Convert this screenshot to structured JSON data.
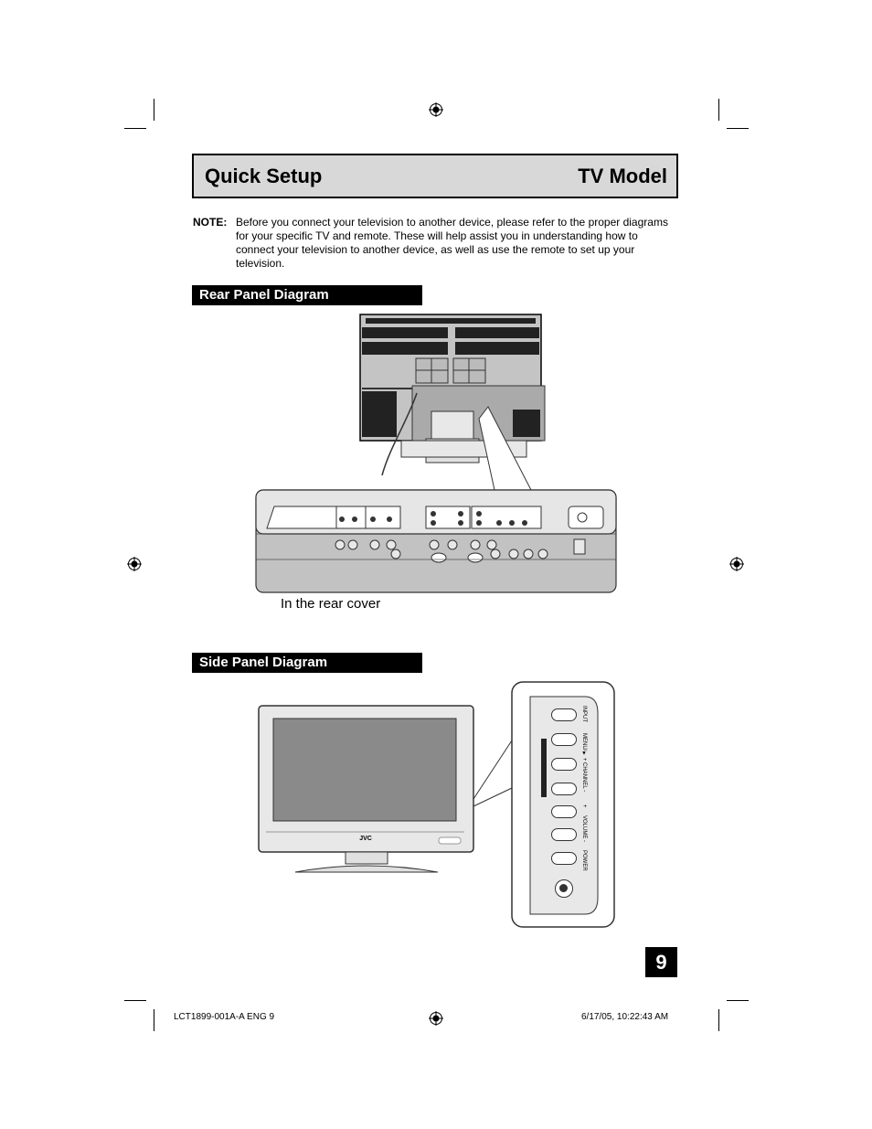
{
  "header": {
    "title": "Quick Setup",
    "model": "TV Model"
  },
  "note": {
    "label": "NOTE:",
    "text": "Before you connect your television to another device, please refer to the proper diagrams for your specific TV and remote. These will help assist you in understanding how to connect your television to another device, as well as use the remote to set up your television."
  },
  "rear_panel": {
    "heading": "Rear Panel Diagram",
    "caption": "In the rear cover"
  },
  "side_panel": {
    "heading": "Side Panel Diagram",
    "brand": "JVC",
    "buttons": [
      "INPUT",
      "MENU/▼ +",
      "CHANNEL -",
      "+",
      "VOLUME -",
      "POWER"
    ]
  },
  "page_number": "9",
  "footer": {
    "left": "LCT1899-001A-A ENG   9",
    "right": "6/17/05, 10:22:43 AM"
  }
}
